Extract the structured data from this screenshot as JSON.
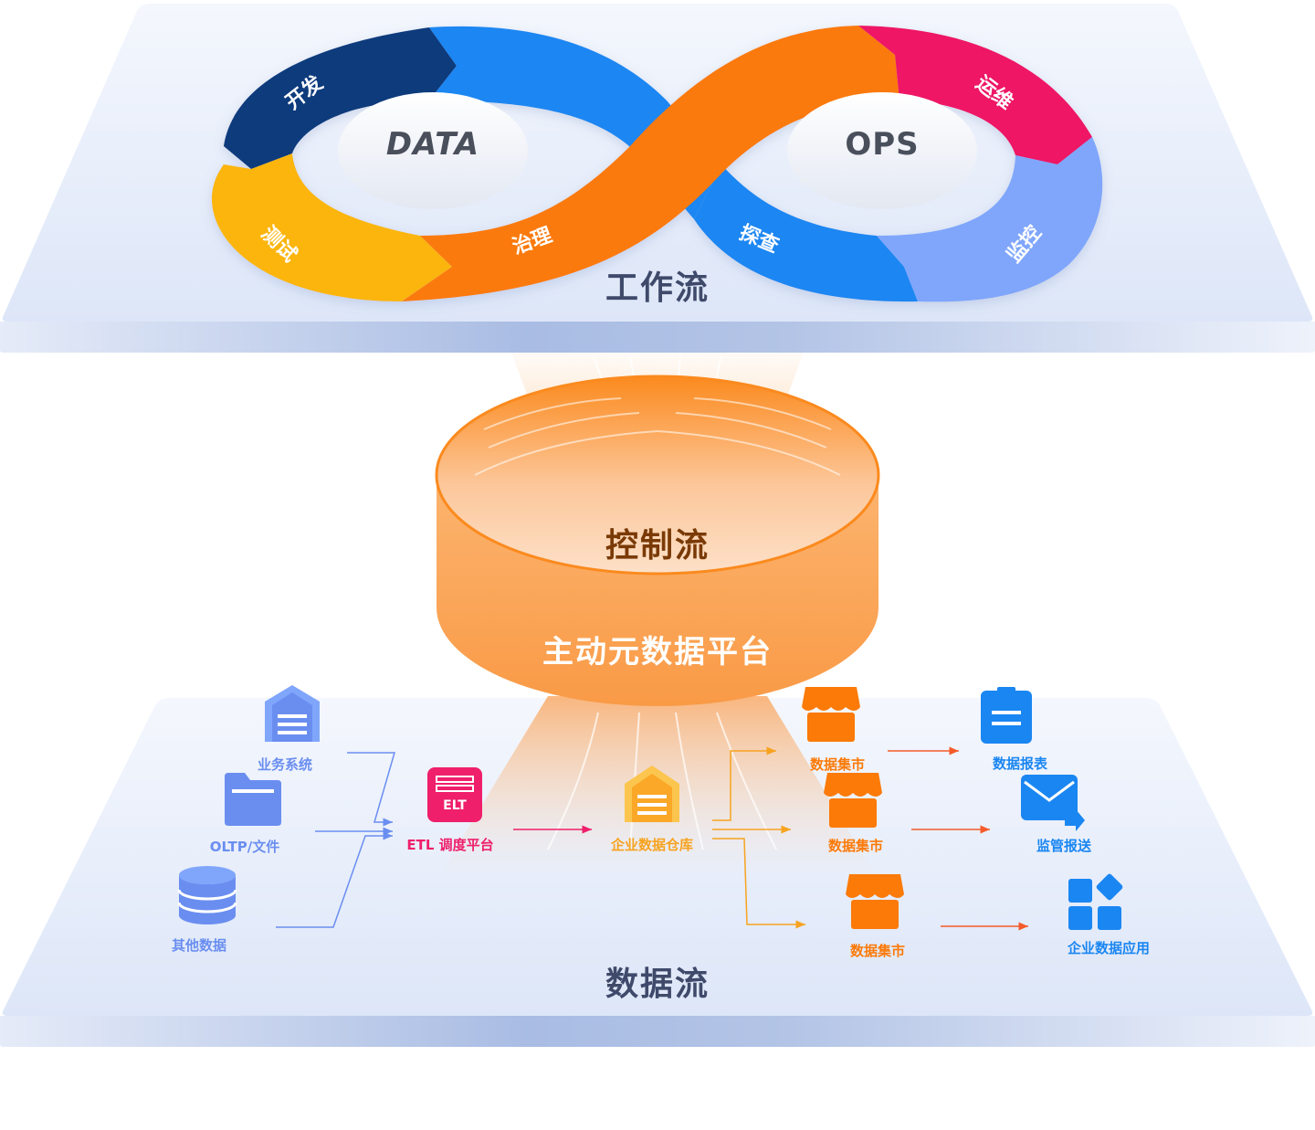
{
  "workflow": {
    "title": "工作流",
    "hub_left": "DATA",
    "hub_right": "OPS",
    "segments": {
      "dev": "开发",
      "test": "测试",
      "governance": "治理",
      "explore": "探查",
      "ops": "运维",
      "monitor": "监控"
    }
  },
  "control": {
    "title": "控制流",
    "platform": "主动元数据平台"
  },
  "dataflow": {
    "title": "数据流",
    "sources": {
      "business": "业务系统",
      "oltp": "OLTP/文件",
      "other": "其他数据"
    },
    "etl": "ETL 调度平台",
    "etl_icon_text": "ELT",
    "warehouse": "企业数据仓库",
    "marts": {
      "m1": "数据集市",
      "m2": "数据集市",
      "m3": "数据集市"
    },
    "apps": {
      "report": "数据报表",
      "regulatory": "监管报送",
      "enterprise_app": "企业数据应用"
    }
  },
  "colors": {
    "navy": "#0c3a7c",
    "blue": "#1a86f2",
    "orange": "#fb7a08",
    "yellow": "#fbb508",
    "pink": "#ee1665",
    "lightblue": "#7fa6fb",
    "source_blue": "#6a8ef0",
    "etl_pink": "#ef1f6b",
    "warehouse_orange": "#fba727"
  }
}
